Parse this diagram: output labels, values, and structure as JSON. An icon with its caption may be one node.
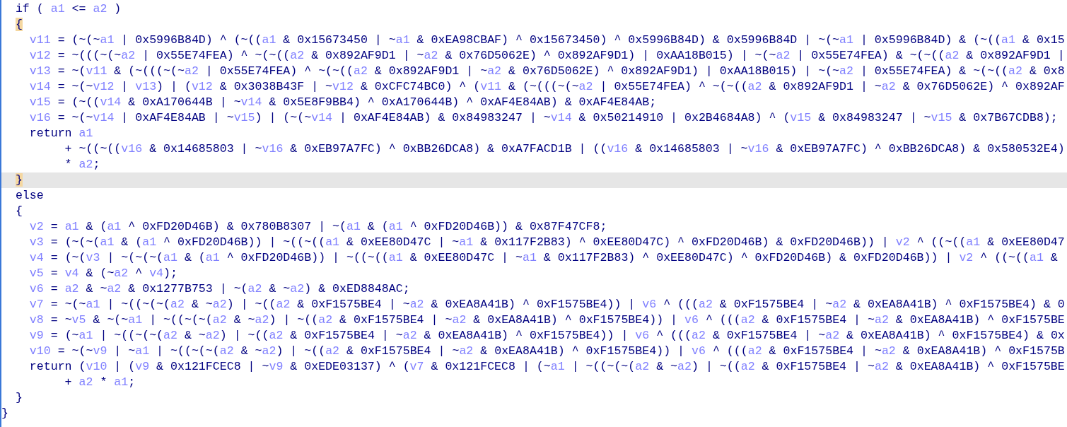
{
  "diagram": {
    "labels": [
      "  if ( a1 <= a2 )",
      "  {",
      "    v11 = (~(~a1 | 0x5996B84D) ^ (~((a1 & 0x15673450 | ~a1 & 0xEA98CBAF) ^ 0x15673450) ^ 0x5996B84D) & 0x5996B84D | ~(~a1 | 0x5996B84D) & (~((a1 & 0x15",
      "    v12 = ~(((~(~a2 | 0x55E74FEA) ^ ~(~((a2 & 0x892AF9D1 | ~a2 & 0x76D5062E) ^ 0x892AF9D1) | 0xAA18B015) | ~(~a2 | 0x55E74FEA) & ~(~((a2 & 0x892AF9D1 |",
      "    v13 = ~(v11 & (~(((~(~a2 | 0x55E74FEA) ^ ~(~((a2 & 0x892AF9D1 | ~a2 & 0x76D5062E) ^ 0x892AF9D1) | 0xAA18B015) | ~(~a2 | 0x55E74FEA) & ~(~((a2 & 0x8",
      "    v14 = ~(~v12 | v13) | (v12 & 0x3038B43F | ~v12 & 0xCFC74BC0) ^ (v11 & (~(((~(~a2 | 0x55E74FEA) ^ ~(~((a2 & 0x892AF9D1 | ~a2 & 0x76D5062E) ^ 0x892AF",
      "    v15 = (~((v14 & 0xA170644B | ~v14 & 0x5E8F9BB4) ^ 0xA170644B) ^ 0xAF4E84AB) & 0xAF4E84AB;",
      "    v16 = ~(~v14 | 0xAF4E84AB | ~v15) | (~(~v14 | 0xAF4E84AB) & 0x84983247 | ~v14 & 0x50214910 | 0x2B4684A8) ^ (v15 & 0x84983247 | ~v15 & 0x7B67CDB8);",
      "    return a1",
      "         + ~((~((v16 & 0x14685803 | ~v16 & 0xEB97A7FC) ^ 0xBB26DCA8) & 0xA7FACD1B | ((v16 & 0x14685803 | ~v16 & 0xEB97A7FC) ^ 0xBB26DCA8) & 0x580532E4)",
      "         * a2;",
      "  }",
      "  else",
      "  {",
      "    v2 = a1 & (a1 ^ 0xFD20D46B) & 0x780B8307 | ~(a1 & (a1 ^ 0xFD20D46B)) & 0x87F47CF8;",
      "    v3 = (~(~(a1 & (a1 ^ 0xFD20D46B)) | ~((~((a1 & 0xEE80D47C | ~a1 & 0x117F2B83) ^ 0xEE80D47C) ^ 0xFD20D46B) & 0xFD20D46B)) | v2 ^ ((~((a1 & 0xEE80D47",
      "    v4 = (~(v3 | ~(~(~(a1 & (a1 ^ 0xFD20D46B)) | ~((~((a1 & 0xEE80D47C | ~a1 & 0x117F2B83) ^ 0xEE80D47C) ^ 0xFD20D46B) & 0xFD20D46B)) | v2 ^ ((~((a1 &",
      "    v5 = v4 & (~a2 ^ v4);",
      "    v6 = a2 & ~a2 & 0x1277B753 | ~(a2 & ~a2) & 0xED8848AC;",
      "    v7 = ~(~a1 | ~((~(~(a2 & ~a2) | ~((a2 & 0xF1575BE4 | ~a2 & 0xEA8A41B) ^ 0xF1575BE4)) | v6 ^ (((a2 & 0xF1575BE4 | ~a2 & 0xEA8A41B) ^ 0xF1575BE4) & 0",
      "    v8 = ~v5 & ~(~a1 | ~((~(~(a2 & ~a2) | ~((a2 & 0xF1575BE4 | ~a2 & 0xEA8A41B) ^ 0xF1575BE4)) | v6 ^ (((a2 & 0xF1575BE4 | ~a2 & 0xEA8A41B) ^ 0xF1575BE",
      "    v9 = (~a1 | ~((~(~(a2 & ~a2) | ~((a2 & 0xF1575BE4 | ~a2 & 0xEA8A41B) ^ 0xF1575BE4)) | v6 ^ (((a2 & 0xF1575BE4 | ~a2 & 0xEA8A41B) ^ 0xF1575BE4) & 0x",
      "    v10 = ~(~v9 | ~a1 | ~((~(~(a2 & ~a2) | ~((a2 & 0xF1575BE4 | ~a2 & 0xEA8A41B) ^ 0xF1575BE4)) | v6 ^ (((a2 & 0xF1575BE4 | ~a2 & 0xEA8A41B) ^ 0xF1575B",
      "    return (v10 | (v9 & 0x121FCEC8 | ~v9 & 0xEDE03137) ^ (v7 & 0x121FCEC8 | (~a1 | ~((~(~(a2 & ~a2) | ~((a2 & 0xF1575BE4 | ~a2 & 0xEA8A41B) ^ 0xF1575BE",
      "         + a2 * a1;",
      "  }",
      "}"
    ]
  }
}
